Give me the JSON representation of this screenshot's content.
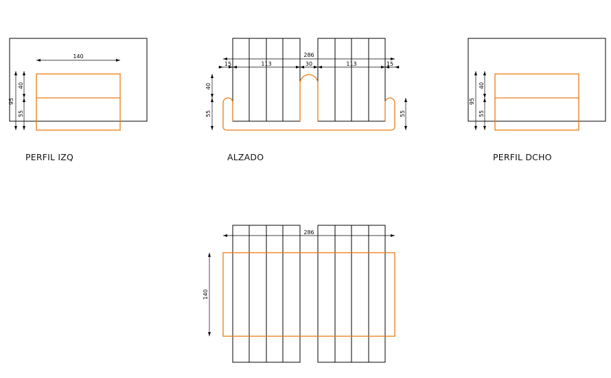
{
  "views": {
    "left_profile": {
      "title": "PERFIL IZQ",
      "dims": {
        "width": "140",
        "upper": "40",
        "lower": "55",
        "total": "95"
      }
    },
    "elevation": {
      "title": "ALZADO",
      "dims": {
        "overall": "286",
        "left_margin": "15",
        "left_block": "113",
        "gap": "30",
        "right_block": "113",
        "right_margin": "15",
        "upper": "40",
        "lower_left": "55",
        "lower_right": "55"
      }
    },
    "right_profile": {
      "title": "PERFIL DCHO",
      "dims": {
        "upper": "40",
        "lower": "55",
        "total": "95"
      }
    },
    "plan": {
      "dims": {
        "overall": "286",
        "depth": "140"
      }
    }
  },
  "colors": {
    "outline": "#000000",
    "cushion": "#ea7a12"
  }
}
